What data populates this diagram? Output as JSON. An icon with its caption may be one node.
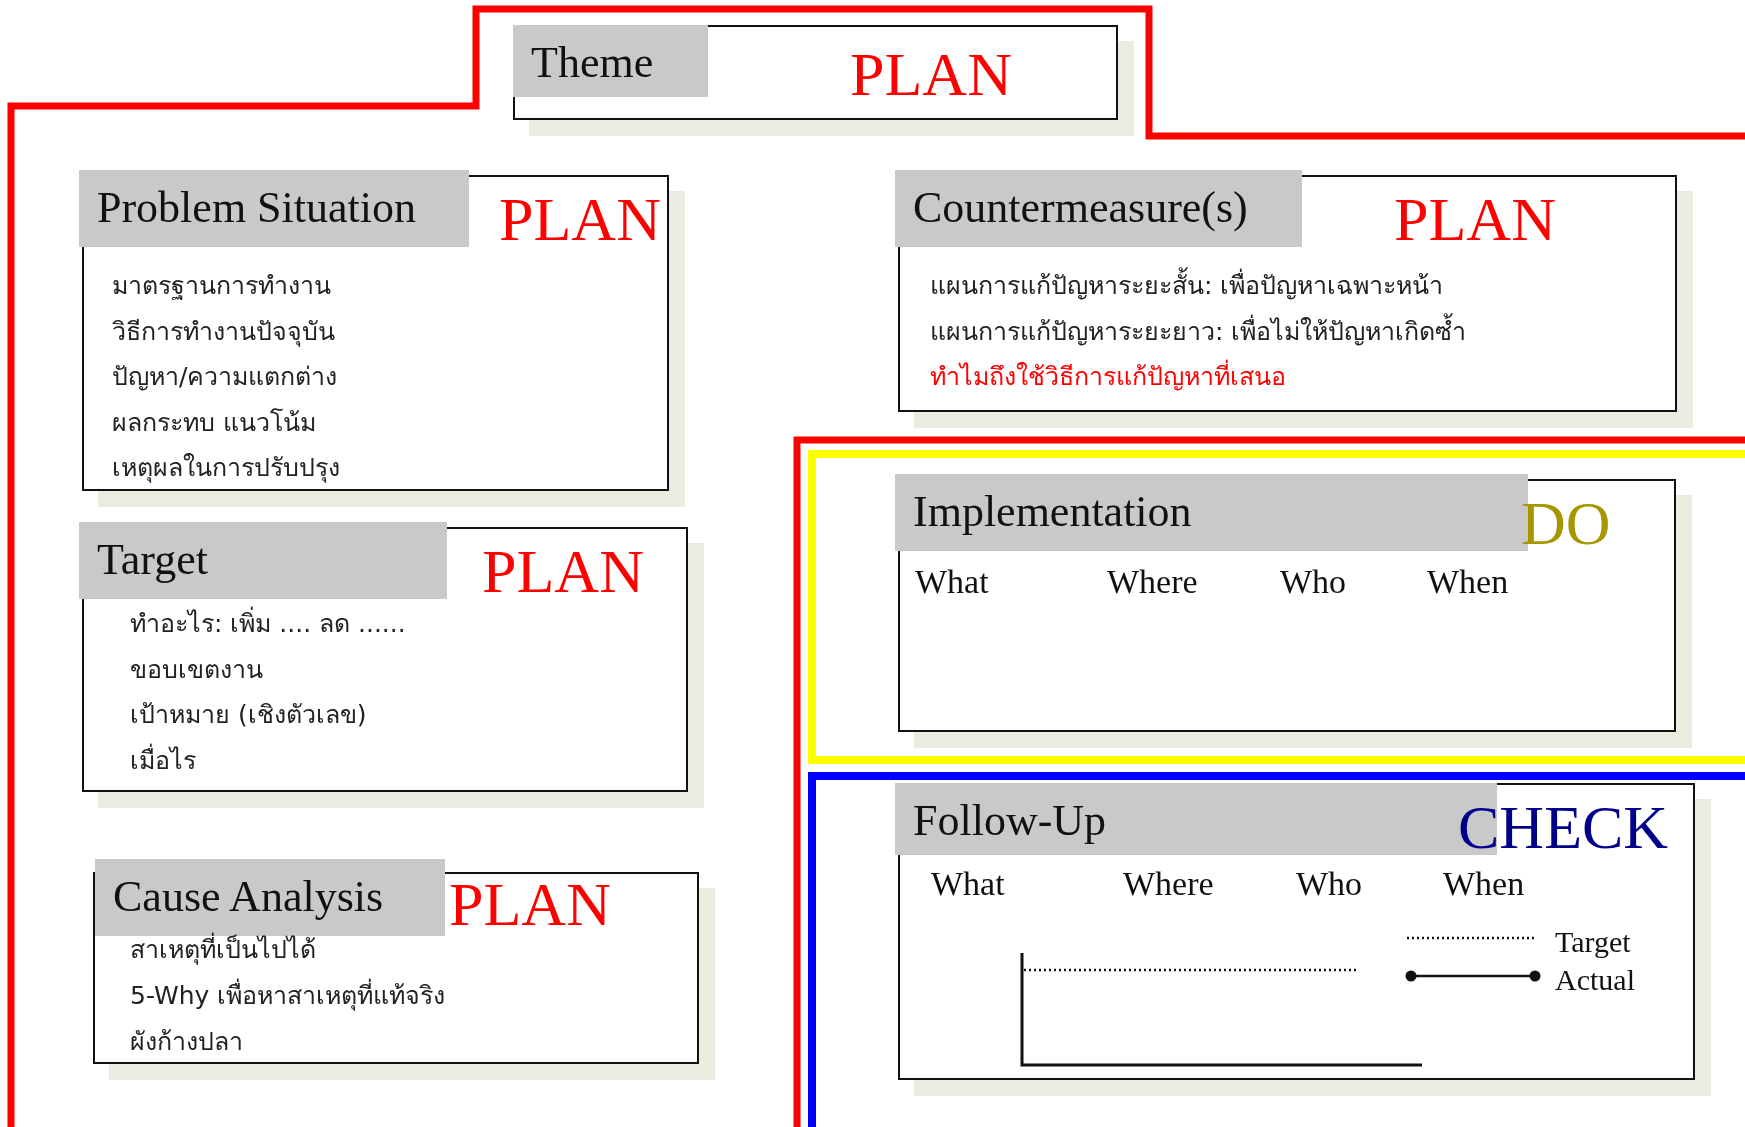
{
  "diagram": {
    "nodes": [
      {
        "text": [
          "Theme",
          "PLAN"
        ]
      },
      {
        "text": [
          "Problem Situation",
          "PLAN",
          "มาตรฐานการทำงาน",
          "วิธีการทำงานปัจจุบัน",
          "ปัญหา/ความแตกต่าง",
          "ผลกระทบ แนวโน้ม",
          "เหตุผลในการปรับปรุง"
        ]
      },
      {
        "text": [
          "Countermeasure(s)",
          "PLAN",
          "แผนการแก้ปัญหาระยะสั้น: เพื่อปัญหาเฉพาะหน้า",
          "แผนการแก้ปัญหาระยะยาว: เพื่อไม่ให้ปัญหาเกิดซ้ำ",
          "ทำไมถึงใช้วิธีการแก้ปัญหาที่เสนอ"
        ]
      },
      {
        "text": [
          "Target",
          "PLAN",
          "ทำอะไร: เพิ่ม .... ลด ......",
          "ขอบเขตงาน",
          "เป้าหมาย (เชิงตัวเลข)",
          "เมื่อไร"
        ]
      },
      {
        "text": [
          "Implementation",
          "DO",
          "What",
          "Where",
          "Who",
          "When"
        ]
      },
      {
        "text": [
          "Follow-Up",
          "CHECK",
          "What",
          "Where",
          "Who",
          "When"
        ]
      },
      {
        "text": [
          "Cause Analysis",
          "PLAN",
          "สาเหตุที่เป็นไปได้",
          "5-Why เพื่อหาสาเหตุที่แท้จริง",
          "ผังก้างปลา"
        ]
      }
    ],
    "edges": [],
    "legend": [
      {
        "text": "Target"
      },
      {
        "text": "Actual"
      }
    ]
  }
}
